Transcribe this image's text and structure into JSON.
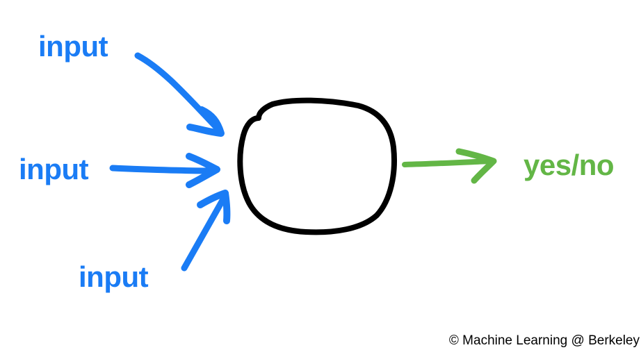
{
  "diagram": {
    "inputs": [
      {
        "label": "input"
      },
      {
        "label": "input"
      },
      {
        "label": "input"
      }
    ],
    "output": {
      "label": "yes/no"
    },
    "credit": "© Machine Learning @ Berkeley",
    "colors": {
      "input": "#1a7cf5",
      "output": "#63b646",
      "neuron": "#000000"
    },
    "icons": {
      "node": "neuron-circle-icon",
      "arrow": "hand-drawn-arrow-icon"
    }
  }
}
